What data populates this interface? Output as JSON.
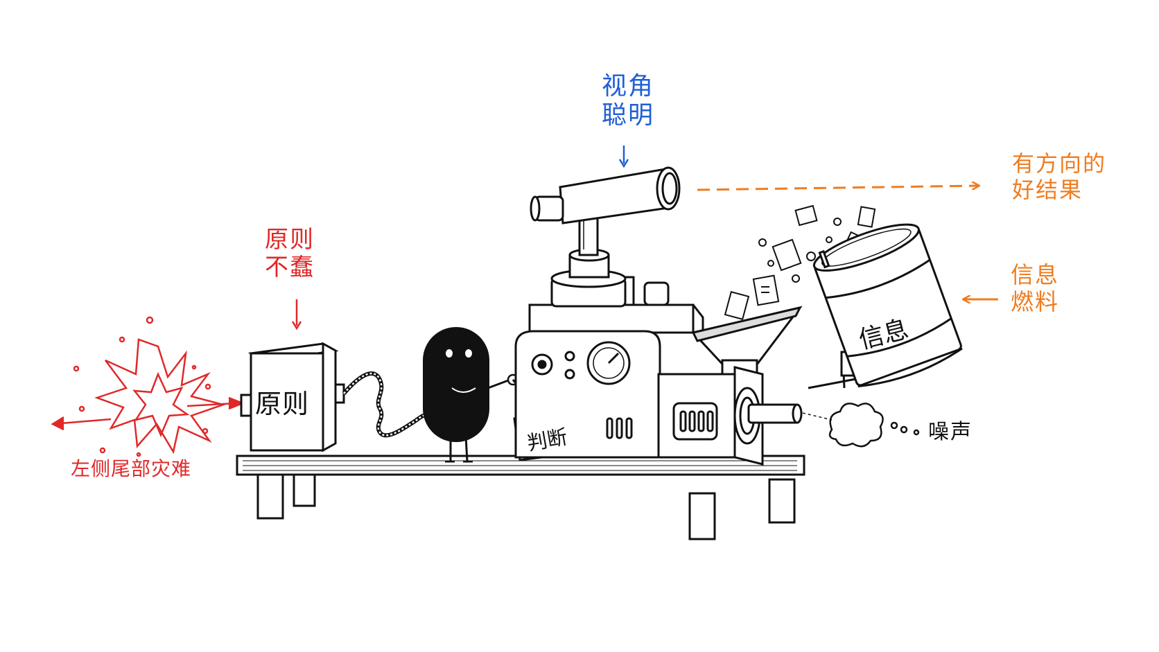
{
  "annotations": {
    "vision": {
      "line1": "视角",
      "line2": "聪明"
    },
    "principle": {
      "line1": "原则",
      "line2": "不蠢"
    },
    "outcome": {
      "line1": "有方向的",
      "line2": "好结果"
    },
    "fuel": {
      "line1": "信息",
      "line2": "燃料"
    },
    "disaster": "左侧尾部灾难",
    "noise": "噪声"
  },
  "machine_labels": {
    "principle_box": "原则",
    "judgment_plate": "判断",
    "info_barrel": "信息"
  },
  "colors": {
    "vision": "#1f5fd6",
    "principle": "#e02828",
    "outcome": "#ef7c1f",
    "ink": "#111111",
    "creature": "#111111"
  },
  "icons": [
    "explosion-icon",
    "telescope-icon",
    "gauge-icon",
    "barrel-icon",
    "hopper-icon",
    "smoke-puff-icon",
    "creature-icon"
  ]
}
